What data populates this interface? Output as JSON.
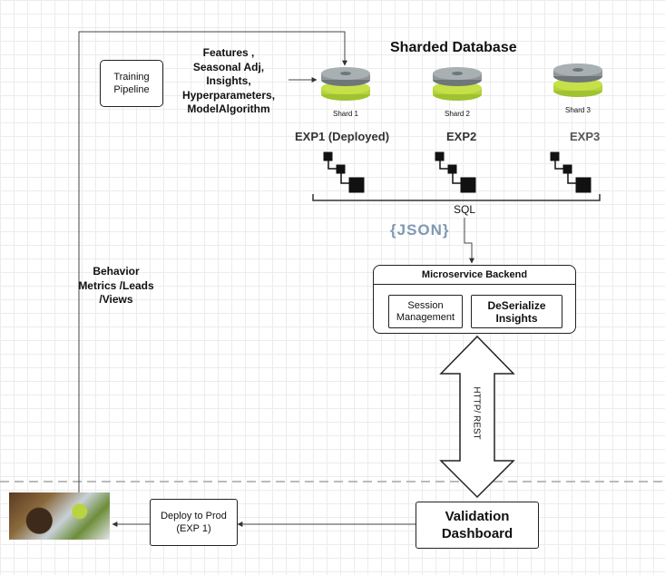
{
  "header": {
    "title": "Sharded Database"
  },
  "training_pipeline": {
    "label": "Training\nPipeline"
  },
  "features_text": "Features ,\nSeasonal Adj,\nInsights,\nHyperparameters,\nModelAlgorithm",
  "shards": [
    {
      "label": "Shard 1",
      "exp": "EXP1 (Deployed)"
    },
    {
      "label": "Shard 2",
      "exp": "EXP2"
    },
    {
      "label": "Shard 3",
      "exp": "EXP3"
    }
  ],
  "sql_label": "SQL",
  "json_label": "{JSON}",
  "behavior_text": "Behavior\nMetrics /Leads\n/Views",
  "microservice": {
    "title": "Microservice Backend",
    "session": "Session\nManagement",
    "deserialize": "DeSerialize\nInsights"
  },
  "http_label": "HTTP/ REST",
  "validation": {
    "label": "Validation\nDashboard"
  },
  "deploy": {
    "label": "Deploy to Prod\n(EXP 1)"
  },
  "colors": {
    "disk_top": "#8f9699",
    "disk_green": "#b5d33a",
    "json_blue": "#9fb3c8",
    "grid": "#ececec"
  }
}
